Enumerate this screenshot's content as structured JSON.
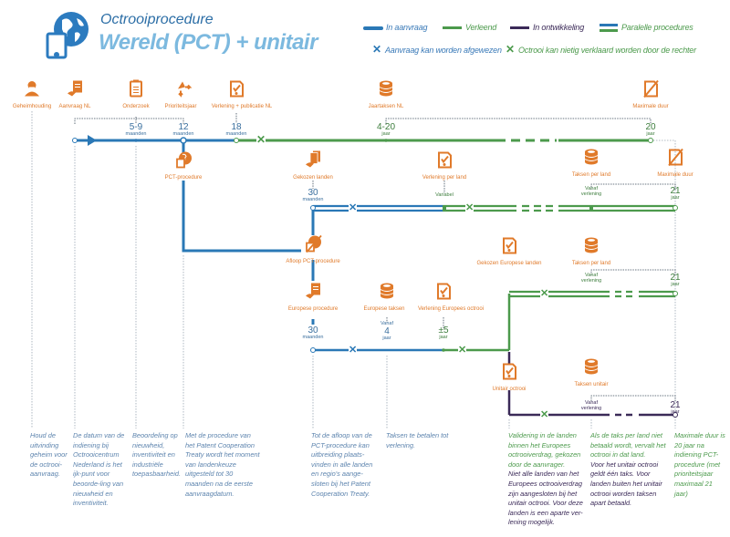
{
  "header": {
    "subtitle": "Octrooiprocedure",
    "title": "Wereld (PCT) + unitair",
    "logo_icon": "globe-document-icon"
  },
  "legend": {
    "in_aanvraag": "In aanvraag",
    "verleend": "Verleend",
    "in_ontwikkeling": "In ontwikkeling",
    "paralelle": "Paralelle procedures",
    "afgewezen": "Aanvraag kan worden afgewezen",
    "nietig": "Octrooi kan nietig verklaard worden door de rechter"
  },
  "colors": {
    "in_aanvraag": "#2a78b6",
    "verleend": "#4c9a4c",
    "in_ontwikkeling": "#3b2a58",
    "accent": "#e07a2a",
    "text": "#5d84ae"
  },
  "nodes": [
    {
      "label": "Geheimhouding",
      "icon": "person-secret-icon"
    },
    {
      "label": "Aanvraag NL",
      "icon": "hand-document-icon"
    },
    {
      "label": "Onderzoek",
      "icon": "clipboard-icon"
    },
    {
      "label": "Prioriteitsjaar",
      "icon": "priority-arrows-icon"
    },
    {
      "label": "Verlening + publicatie NL",
      "icon": "certificate-icon"
    },
    {
      "label": "Jaartaksen NL",
      "icon": "coins-icon"
    },
    {
      "label": "Maximale duur",
      "icon": "expired-document-icon"
    },
    {
      "label": "PCT-procedure",
      "icon": "globe-document-icon"
    },
    {
      "label": "Gekozen landen",
      "icon": "hand-documents-icon"
    },
    {
      "label": "Verlening per land",
      "icon": "certificate-icon"
    },
    {
      "label": "Taksen per land",
      "icon": "coins-icon"
    },
    {
      "label": "Maximale duur",
      "icon": "expired-document-icon"
    },
    {
      "label": "Afloop PCT-procedure",
      "icon": "globe-expired-icon"
    },
    {
      "label": "Gekozen Europese landen",
      "icon": "certificate-icon"
    },
    {
      "label": "Taksen per land",
      "icon": "coins-icon"
    },
    {
      "label": "Europese procedure",
      "icon": "hand-document-icon"
    },
    {
      "label": "Europese taksen",
      "icon": "coins-icon"
    },
    {
      "label": "Verlening Europees octrooi",
      "icon": "certificate-icon"
    },
    {
      "label": "Unitair octrooi",
      "icon": "certificate-icon"
    },
    {
      "label": "Taksen unitair",
      "icon": "coins-icon"
    }
  ],
  "values": [
    {
      "pre": "",
      "num": "5-9",
      "unit": "maanden"
    },
    {
      "pre": "",
      "num": "12",
      "unit": "maanden"
    },
    {
      "pre": "",
      "num": "18",
      "unit": "maanden"
    },
    {
      "pre": "",
      "num": "4-20",
      "unit": "jaar"
    },
    {
      "pre": "",
      "num": "20",
      "unit": "jaar"
    },
    {
      "pre": "",
      "num": "30",
      "unit": "maanden"
    },
    {
      "pre": "",
      "num": "",
      "unit": "Variabel"
    },
    {
      "pre": "Vanaf",
      "num": "",
      "unit": "verlening"
    },
    {
      "pre": "",
      "num": "21",
      "unit": "jaar"
    },
    {
      "pre": "Vanaf",
      "num": "",
      "unit": "verlening"
    },
    {
      "pre": "",
      "num": "21",
      "unit": "jaar"
    },
    {
      "pre": "",
      "num": "30",
      "unit": "maanden"
    },
    {
      "pre": "Vanaf",
      "num": "4",
      "unit": "jaar"
    },
    {
      "pre": "",
      "num": "±5",
      "unit": "jaar"
    },
    {
      "pre": "Vanaf",
      "num": "",
      "unit": "verlening"
    },
    {
      "pre": "",
      "num": "21",
      "unit": "jaar"
    }
  ],
  "descriptions": [
    {
      "parts": [
        {
          "text": "Houd de uitvinding geheim voor de octrooi-aanvraag.",
          "tone": "blue"
        }
      ]
    },
    {
      "parts": [
        {
          "text": "De datum van de indiening bij Octrooicentrum Nederland is het ijk-punt voor beoorde-ling van nieuwheid en inventiviteit.",
          "tone": "blue"
        }
      ]
    },
    {
      "parts": [
        {
          "text": "Beoordeling op nieuwheid, inventiviteit en industriële toepasbaarheid.",
          "tone": "blue"
        }
      ]
    },
    {
      "parts": [
        {
          "text": "Met de procedure van het Patent Cooperation Treaty wordt het moment van landenkeuze uitgesteld tot 30 maanden na de eerste aanvraagdatum.",
          "tone": "blue"
        }
      ]
    },
    {
      "parts": [
        {
          "text": "Tot de afloop van de PCT-procedure kan uitbreiding plaats-vinden in alle landen en regio's aange-sloten bij het Patent Cooperation Treaty.",
          "tone": "blue"
        }
      ]
    },
    {
      "parts": [
        {
          "text": "Taksen te betalen tot verlening.",
          "tone": "blue"
        }
      ]
    },
    {
      "parts": [
        {
          "text": "Validering in de landen binnen het Europees octrooiverdrag, gekozen door de aanvrager.",
          "tone": "green"
        },
        {
          "text": "Niet alle landen van het Europees octrooiverdrag zijn aangesloten bij het unitair octrooi. Voor deze landen is een aparte ver-lening mogelijk.",
          "tone": "purple"
        }
      ]
    },
    {
      "parts": [
        {
          "text": "Als de taks per land niet betaald wordt, vervalt het octrooi in dat land.",
          "tone": "green"
        },
        {
          "text": "Voor het unitair octrooi geldt één taks. Voor landen buiten het unitair octrooi worden taksen apart betaald.",
          "tone": "purple"
        }
      ]
    },
    {
      "parts": [
        {
          "text": "Maximale duur is 20 jaar na indiening PCT-procedure (met prioriteitsjaar maximaal 21 jaar)",
          "tone": "green"
        }
      ]
    }
  ]
}
